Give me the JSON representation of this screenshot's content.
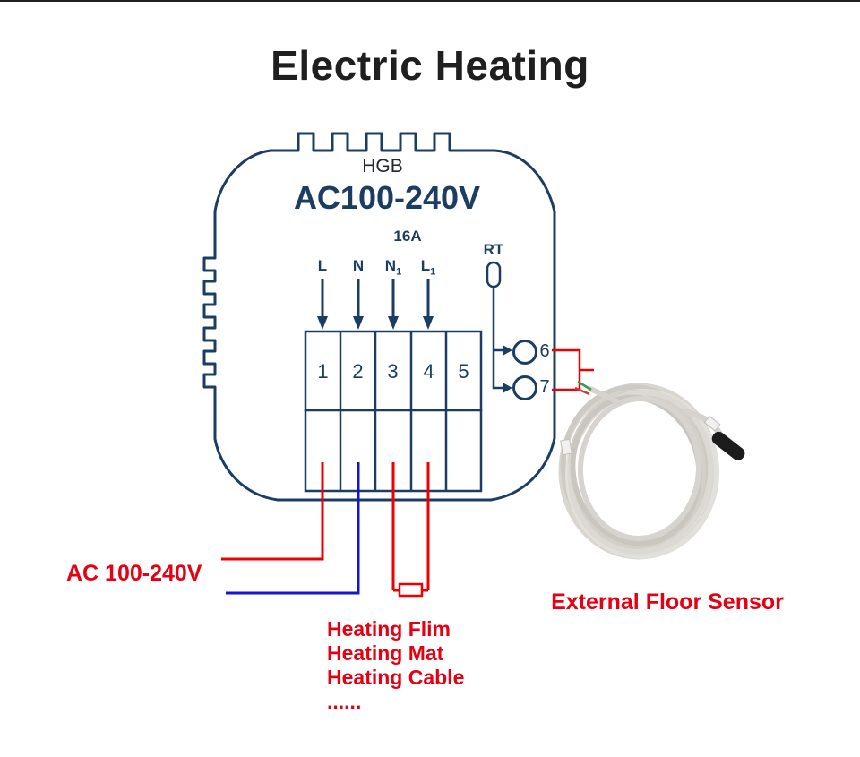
{
  "title": "Electric Heating",
  "thermostat": {
    "model": "HGB",
    "voltage": "AC100-240V",
    "current_rating": "16A",
    "rt_label": "RT",
    "terminal_labels": [
      {
        "label": "L",
        "sub": ""
      },
      {
        "label": "N",
        "sub": ""
      },
      {
        "label": "N",
        "sub": "1"
      },
      {
        "label": "L",
        "sub": "1"
      }
    ],
    "terminal_numbers": [
      "1",
      "2",
      "3",
      "4",
      "5"
    ],
    "sensor_terminal_numbers": [
      "6",
      "7"
    ]
  },
  "annotations": {
    "power_label": "AC 100-240V",
    "sensor_label": "External Floor Sensor",
    "heating_types": [
      "Heating Flim",
      "Heating Mat",
      "Heating Cable",
      "......"
    ]
  },
  "colors": {
    "diagram_navy": "#1c3d63",
    "wire_red": "#ee0000",
    "wire_blue": "#1414d4",
    "label_red": "#e60012",
    "cable_grey": "#d8d4cf"
  }
}
